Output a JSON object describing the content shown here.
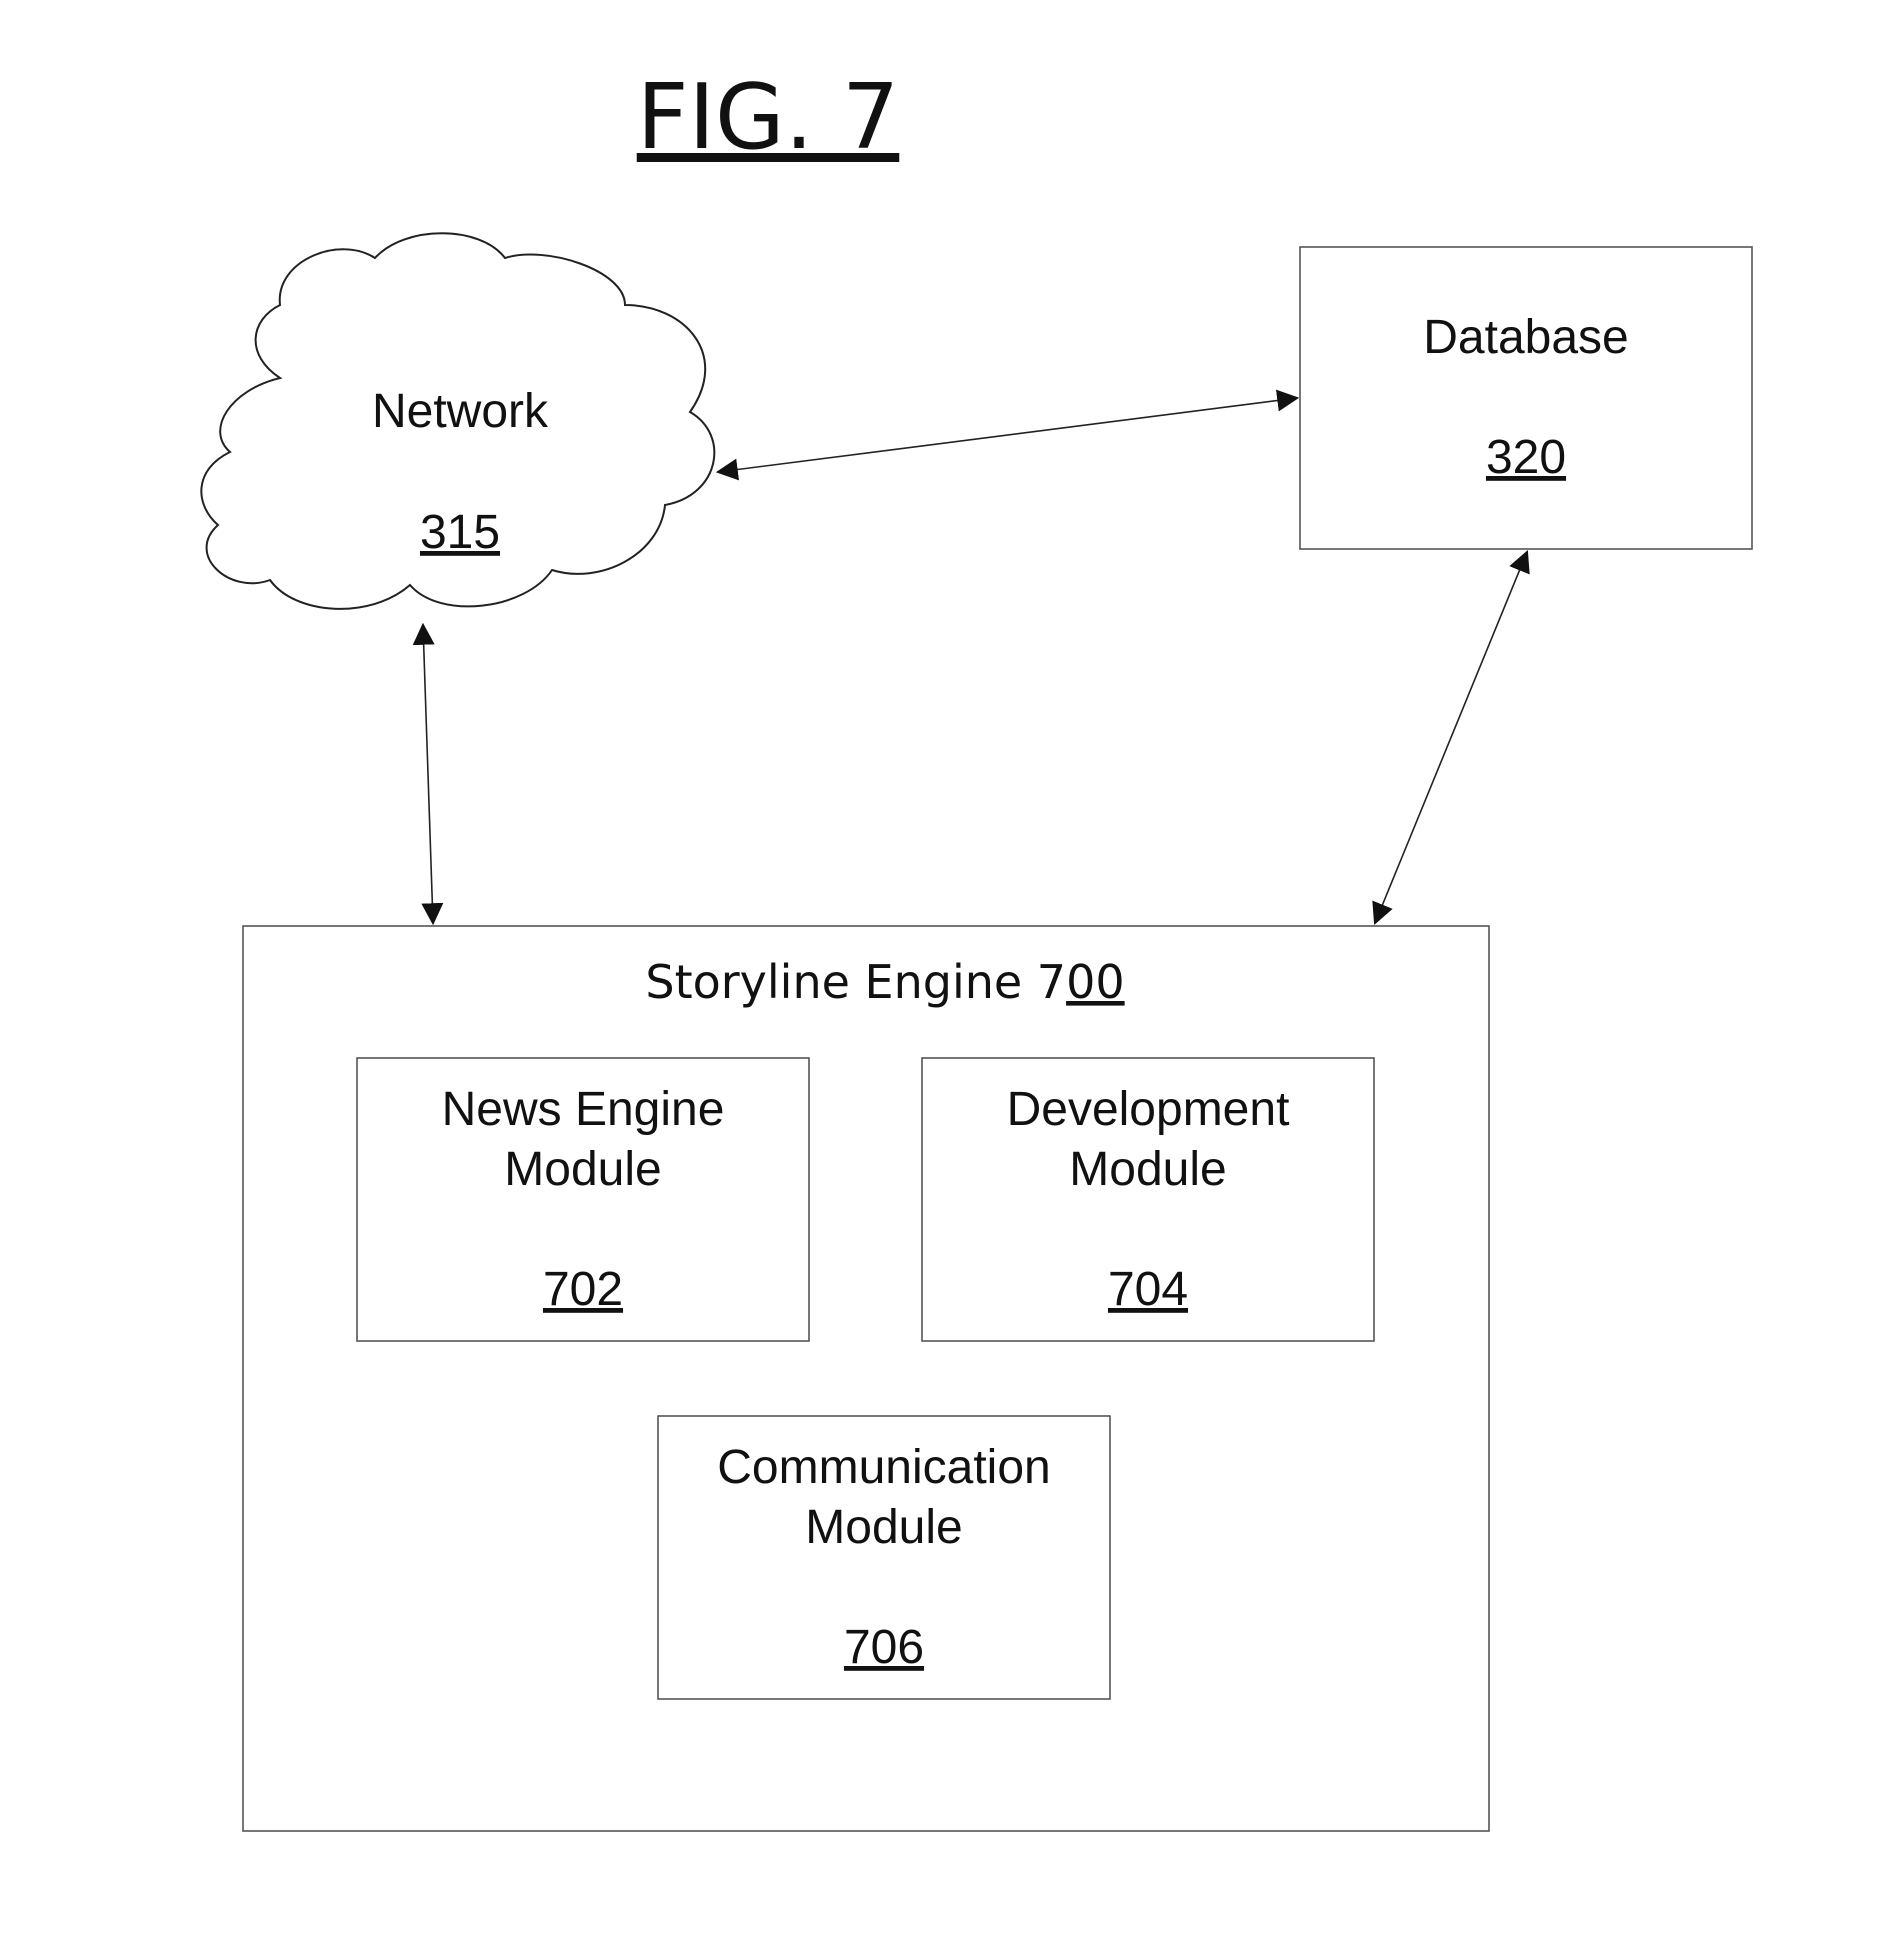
{
  "figure": {
    "title": "FIG. 7"
  },
  "network": {
    "label": "Network",
    "ref": "315"
  },
  "database": {
    "label": "Database",
    "ref": "320"
  },
  "storyline_engine": {
    "label": "Storyline Engine 7",
    "ref": "00"
  },
  "modules": {
    "news_engine": {
      "line1": "News Engine",
      "line2": "Module",
      "ref": "702"
    },
    "development": {
      "line1": "Development",
      "line2": "Module",
      "ref": "704"
    },
    "communication": {
      "line1": "Communication",
      "line2": "Module",
      "ref": "706"
    }
  }
}
